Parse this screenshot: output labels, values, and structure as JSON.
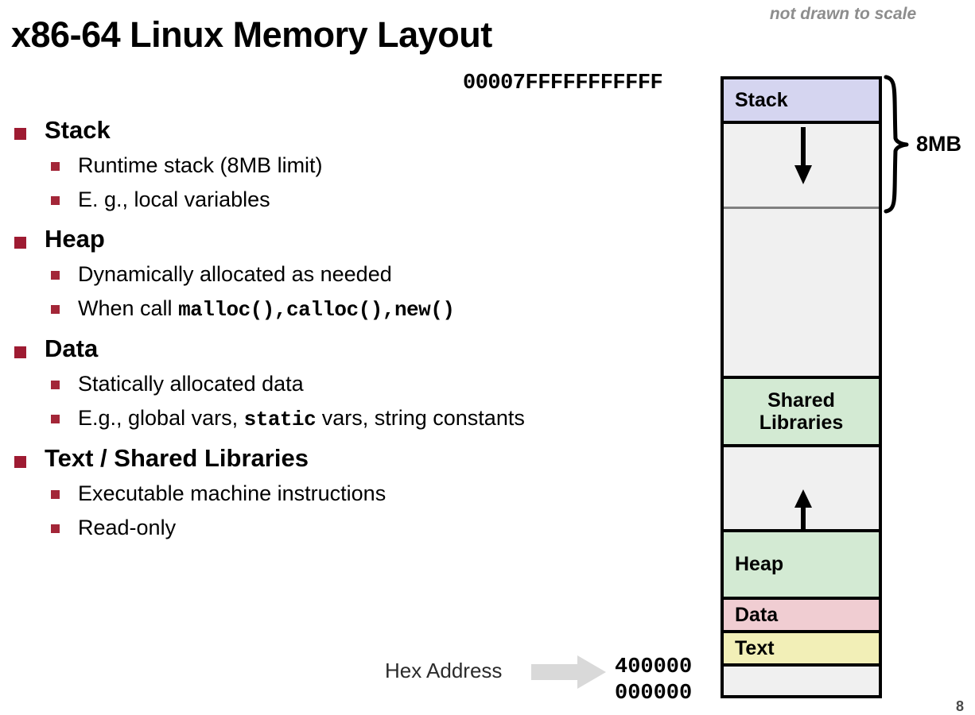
{
  "slide": {
    "title": "x86-64 Linux Memory Layout",
    "note": "not drawn to scale",
    "page_number": "8"
  },
  "bullets": [
    {
      "label": "Stack",
      "sub": [
        {
          "text": "Runtime stack (8MB limit)"
        },
        {
          "text": "E. g., local variables"
        }
      ]
    },
    {
      "label": "Heap",
      "sub": [
        {
          "text": "Dynamically allocated as needed"
        },
        {
          "prefix": "When call ",
          "code1": "malloc()",
          "sep1": ",",
          "code2": "calloc()",
          "sep2": ",",
          "code3": "new()"
        }
      ]
    },
    {
      "label": "Data",
      "sub": [
        {
          "text": "Statically allocated data"
        },
        {
          "prefix": "E.g., global vars, ",
          "code1": "static",
          "suffix": " vars, string constants"
        }
      ]
    },
    {
      "label": "Text  / Shared Libraries",
      "sub": [
        {
          "text": "Executable machine instructions"
        },
        {
          "text": "Read-only"
        }
      ]
    }
  ],
  "addresses": {
    "top": "00007FFFFFFFFFFF",
    "text_start": "400000",
    "zero": "000000",
    "hex_label": "Hex Address"
  },
  "diagram": {
    "brace_label": "8MB",
    "bands": [
      {
        "name": "stack",
        "label": "Stack",
        "color": "#d5d5f0"
      },
      {
        "name": "gap-1",
        "label": "",
        "color": "#f0f0f0"
      },
      {
        "name": "gap-2",
        "label": "",
        "color": "#f0f0f0"
      },
      {
        "name": "shared-libraries",
        "label_line1": "Shared",
        "label_line2": "Libraries",
        "color": "#d3ead3"
      },
      {
        "name": "gap-3",
        "label": "",
        "color": "#f0f0f0"
      },
      {
        "name": "heap",
        "label": "Heap",
        "color": "#d3ead3"
      },
      {
        "name": "data",
        "label": "Data",
        "color": "#f0cdd2"
      },
      {
        "name": "text",
        "label": "Text",
        "color": "#f2efb7"
      },
      {
        "name": "unmapped",
        "label": "",
        "color": "#f0f0f0"
      }
    ]
  },
  "colors": {
    "bullet_square": "#9e1b32",
    "stack_fill": "#d5d5f0",
    "lib_fill": "#d3ead3",
    "data_fill": "#f0cdd2",
    "text_fill": "#f2efb7",
    "gap_fill": "#f0f0f0",
    "note_gray": "#8d8d8d",
    "arrow_gray": "#d9d9d9"
  }
}
